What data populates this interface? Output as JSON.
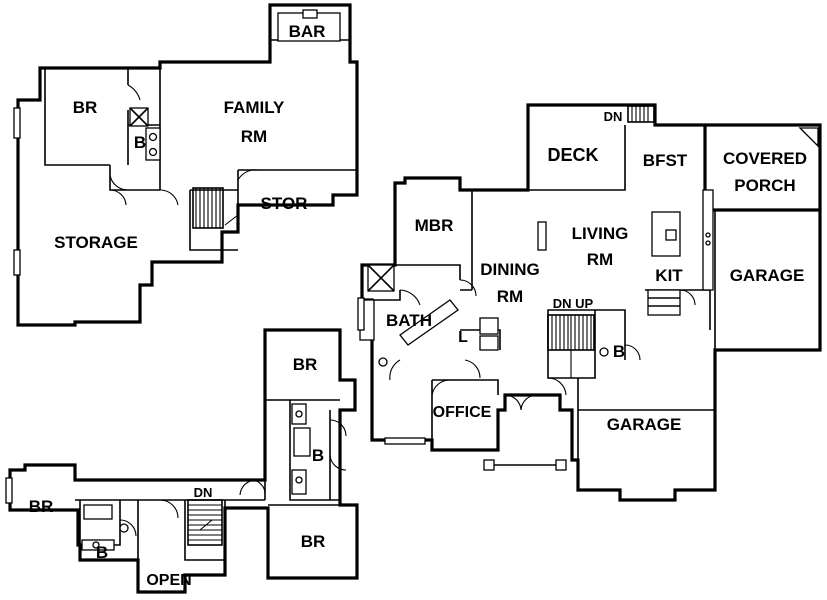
{
  "rooms": {
    "bar": "BAR",
    "br_lower_nw": "BR",
    "bath_lower": "B",
    "family_rm_1": "FAMILY",
    "family_rm_2": "RM",
    "stor": "STOR",
    "storage": "STORAGE",
    "dn_deck": "DN",
    "deck": "DECK",
    "bfst": "BFST",
    "covered_porch_1": "COVERED",
    "covered_porch_2": "PORCH",
    "mbr": "MBR",
    "living_rm_1": "LIVING",
    "living_rm_2": "RM",
    "dining_rm_1": "DINING",
    "dining_rm_2": "RM",
    "kit": "KIT",
    "garage_east": "GARAGE",
    "dn_up": "DN UP",
    "bath_main": "BATH",
    "laundry": "L",
    "bath_main_half": "B",
    "office": "OFFICE",
    "garage_south": "GARAGE",
    "br_upper_n": "BR",
    "bath_upper_center": "B",
    "br_upper_w": "BR",
    "dn_upper": "DN",
    "bath_upper_w": "B",
    "br_upper_s": "BR",
    "open": "OPEN"
  }
}
